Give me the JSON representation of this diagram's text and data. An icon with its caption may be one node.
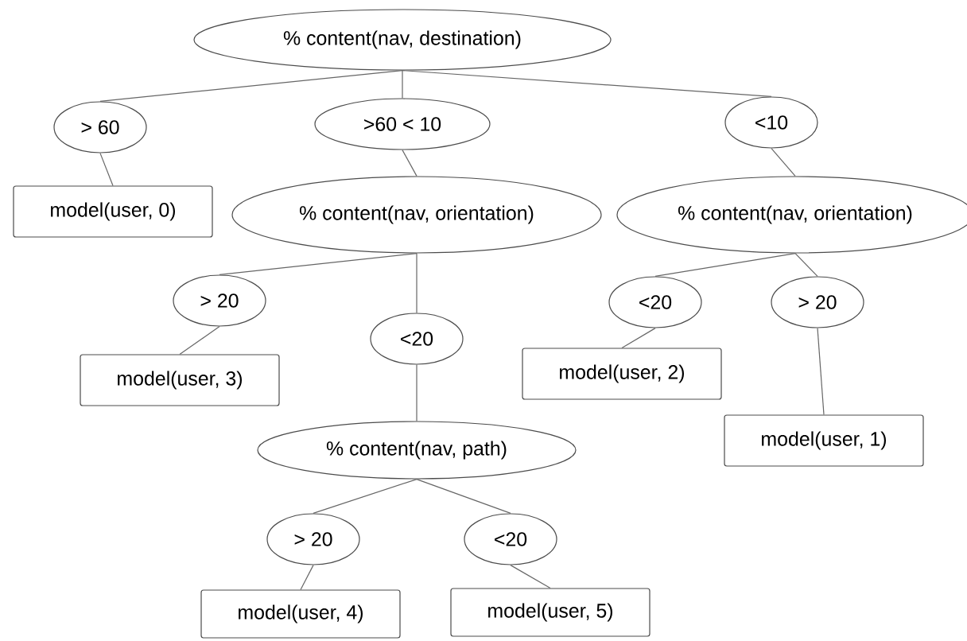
{
  "diagram": {
    "nodes": [
      {
        "text": [
          "% content(nav, destination)"
        ]
      },
      {
        "text": [
          "> 60"
        ]
      },
      {
        "text": [
          ">60 < 10"
        ]
      },
      {
        "text": [
          "<10"
        ]
      },
      {
        "text": [
          "model(user, 0)"
        ]
      },
      {
        "text": [
          "% content(nav, orientation)"
        ]
      },
      {
        "text": [
          "% content(nav, orientation)"
        ]
      },
      {
        "text": [
          "> 20"
        ]
      },
      {
        "text": [
          "<20"
        ]
      },
      {
        "text": [
          "<20"
        ]
      },
      {
        "text": [
          "> 20"
        ]
      },
      {
        "text": [
          "model(user, 3)"
        ]
      },
      {
        "text": [
          "model(user, 2)"
        ]
      },
      {
        "text": [
          "% content(nav, path)"
        ]
      },
      {
        "text": [
          "model(user, 1)"
        ]
      },
      {
        "text": [
          "> 20"
        ]
      },
      {
        "text": [
          "<20"
        ]
      },
      {
        "text": [
          "model(user, 4)"
        ]
      },
      {
        "text": [
          "model(user, 5)"
        ]
      }
    ],
    "edges": [
      {
        "from": 0,
        "to": 1,
        "arrow": "none"
      },
      {
        "from": 0,
        "to": 2,
        "arrow": "none"
      },
      {
        "from": 0,
        "to": 3,
        "arrow": "none"
      },
      {
        "from": 1,
        "to": 4,
        "arrow": "none"
      },
      {
        "from": 2,
        "to": 5,
        "arrow": "none"
      },
      {
        "from": 3,
        "to": 6,
        "arrow": "none"
      },
      {
        "from": 5,
        "to": 7,
        "arrow": "none"
      },
      {
        "from": 5,
        "to": 8,
        "arrow": "none"
      },
      {
        "from": 6,
        "to": 9,
        "arrow": "none"
      },
      {
        "from": 6,
        "to": 10,
        "arrow": "none"
      },
      {
        "from": 7,
        "to": 11,
        "arrow": "none"
      },
      {
        "from": 9,
        "to": 12,
        "arrow": "none"
      },
      {
        "from": 8,
        "to": 13,
        "arrow": "none"
      },
      {
        "from": 10,
        "to": 14,
        "arrow": "none"
      },
      {
        "from": 13,
        "to": 15,
        "arrow": "none"
      },
      {
        "from": 13,
        "to": 16,
        "arrow": "none"
      },
      {
        "from": 15,
        "to": 17,
        "arrow": "none"
      },
      {
        "from": 16,
        "to": 18,
        "arrow": "none"
      }
    ]
  }
}
